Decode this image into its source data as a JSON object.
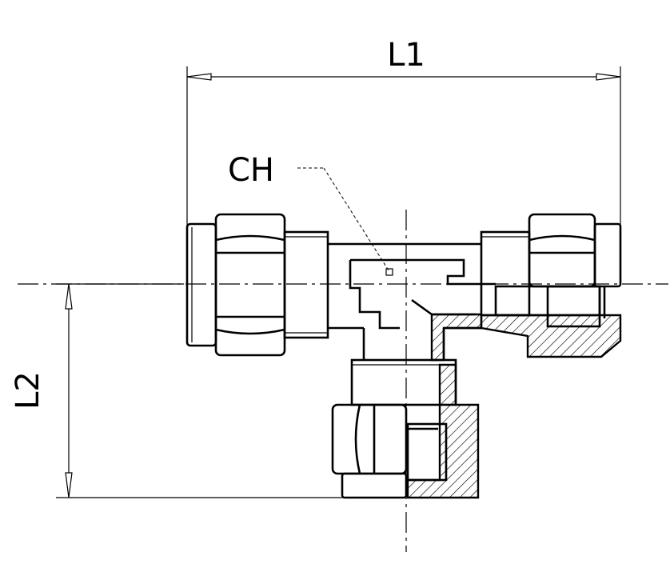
{
  "labels": {
    "l1": "L1",
    "l2": "L2",
    "ch": "CH"
  }
}
